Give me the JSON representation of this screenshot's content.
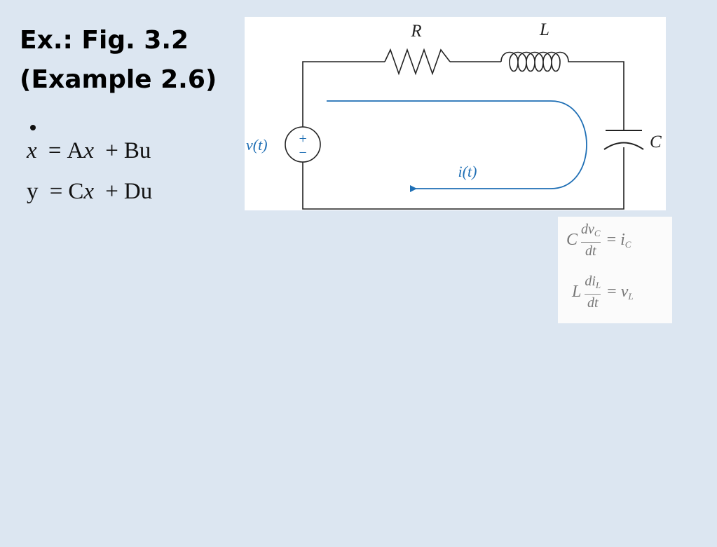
{
  "slide": {
    "title_line1": "Ex.: Fig. 3.2",
    "title_line2": "(Example 2.6)"
  },
  "equations": {
    "state": {
      "lhs": "x",
      "eq": "=",
      "a": "A",
      "x1": "x",
      "plus": "+",
      "b": "Bu"
    },
    "output": {
      "lhs": "y",
      "eq": "=",
      "c": "C",
      "x1": "x",
      "plus": "+",
      "d": "Du"
    }
  },
  "circuit": {
    "resistor_label": "R",
    "inductor_label": "L",
    "capacitor_label": "C",
    "source_label": "v(t)",
    "current_label": "i(t)",
    "source_plus": "+",
    "source_minus": "−",
    "colors": {
      "wire": "#222222",
      "current": "#1f6fb5"
    }
  },
  "relations": {
    "cap": {
      "lhs": "C",
      "num": "dv",
      "num_sub": "C",
      "den": "dt",
      "eq": "=",
      "rhs": "i",
      "rhs_sub": "C"
    },
    "ind": {
      "lhs": "L",
      "num": "di",
      "num_sub": "L",
      "den": "dt",
      "eq": "=",
      "rhs": "v",
      "rhs_sub": "L"
    }
  }
}
